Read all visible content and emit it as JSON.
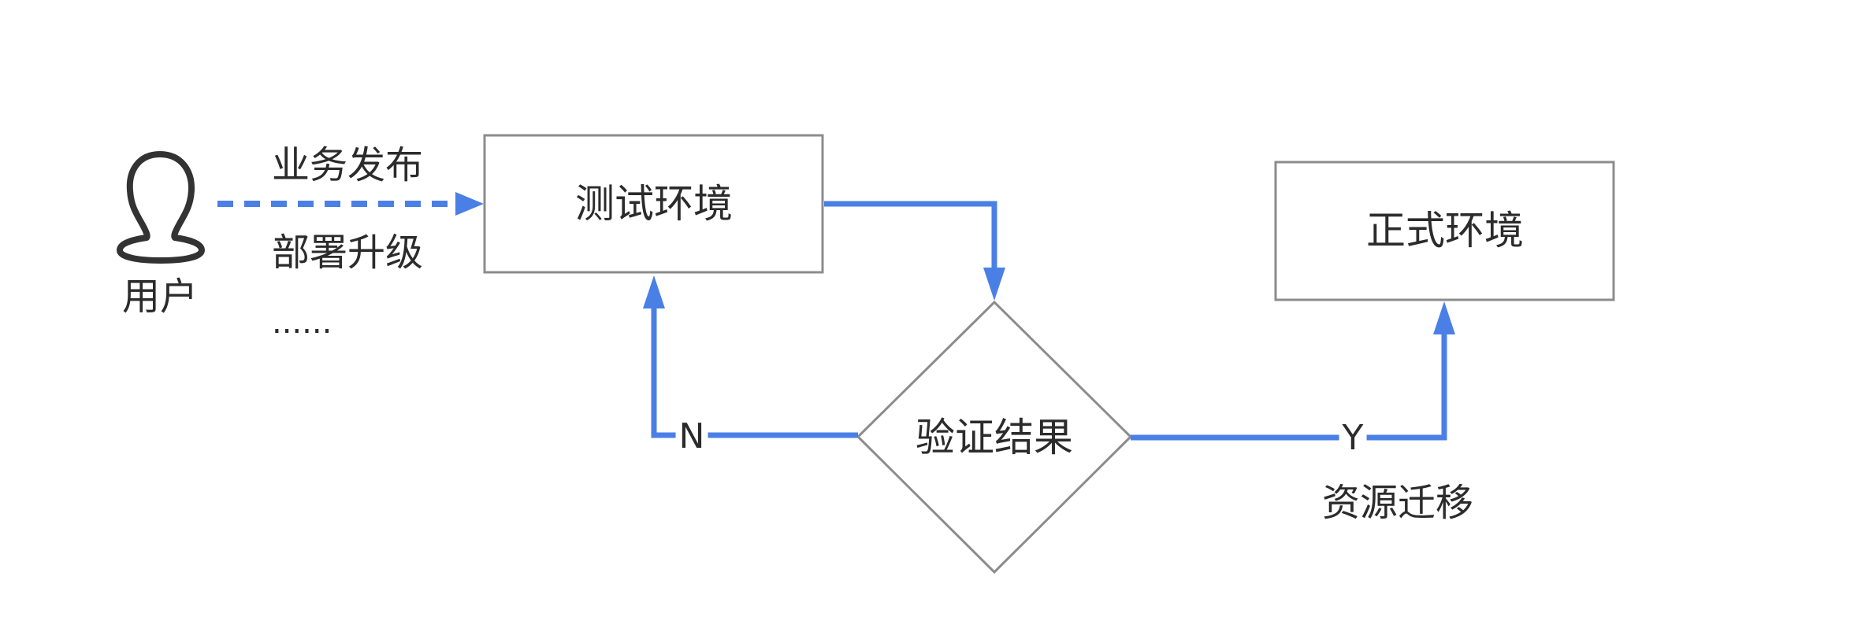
{
  "diagram": {
    "actor": {
      "label": "用户",
      "icon": "user-icon"
    },
    "request_labels": [
      "业务发布",
      "部署升级",
      "......"
    ],
    "nodes": {
      "test_env": {
        "label": "测试环境",
        "shape": "rectangle"
      },
      "verify": {
        "label": "验证结果",
        "shape": "diamond"
      },
      "prod_env": {
        "label": "正式环境",
        "shape": "rectangle"
      }
    },
    "edges": {
      "no_label": "N",
      "yes_label": "Y",
      "yes_caption": "资源迁移"
    },
    "colors": {
      "edge": "#4a7fe6",
      "node_border": "#8c8c8c",
      "text": "#2b2b2b"
    }
  }
}
